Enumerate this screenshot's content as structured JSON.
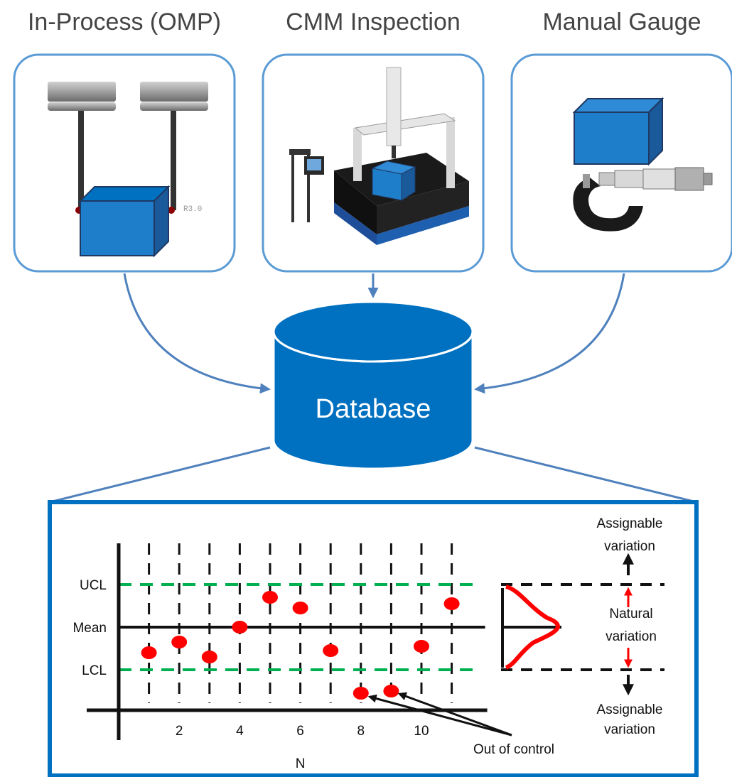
{
  "sources": [
    {
      "title": "In-Process (OMP)",
      "probe_tip_label": "R3.0"
    },
    {
      "title": "CMM Inspection"
    },
    {
      "title": "Manual Gauge"
    }
  ],
  "database": {
    "label": "Database"
  },
  "colors": {
    "box_border": "#5b9bd5",
    "blue": "#0070c0",
    "arrow": "#4f81bd",
    "limit_line": "#00b050",
    "point": "#ff0000",
    "chart_frame": "#0070c0"
  },
  "annotations": {
    "assignable_top": [
      "Assignable",
      "variation"
    ],
    "natural": [
      "Natural",
      "variation"
    ],
    "assignable_bottom": [
      "Assignable",
      "variation"
    ],
    "out_of_control": "Out of control"
  },
  "chart_data": {
    "type": "scatter",
    "xlabel": "N",
    "x_ticks": [
      2,
      4,
      6,
      8,
      10
    ],
    "y_labels": [
      "UCL",
      "Mean",
      "LCL"
    ],
    "ucl": 1,
    "mean": 0,
    "lcl": -1,
    "x": [
      1,
      2,
      3,
      4,
      5,
      6,
      7,
      8,
      9,
      10,
      11
    ],
    "y": [
      -0.6,
      -0.35,
      -0.7,
      0,
      0.7,
      0.45,
      -0.55,
      -1.55,
      -1.5,
      -0.45,
      0.55
    ],
    "out_of_control_points": [
      8,
      9
    ],
    "grid": "vertical dashed lines at N = 1..11"
  }
}
